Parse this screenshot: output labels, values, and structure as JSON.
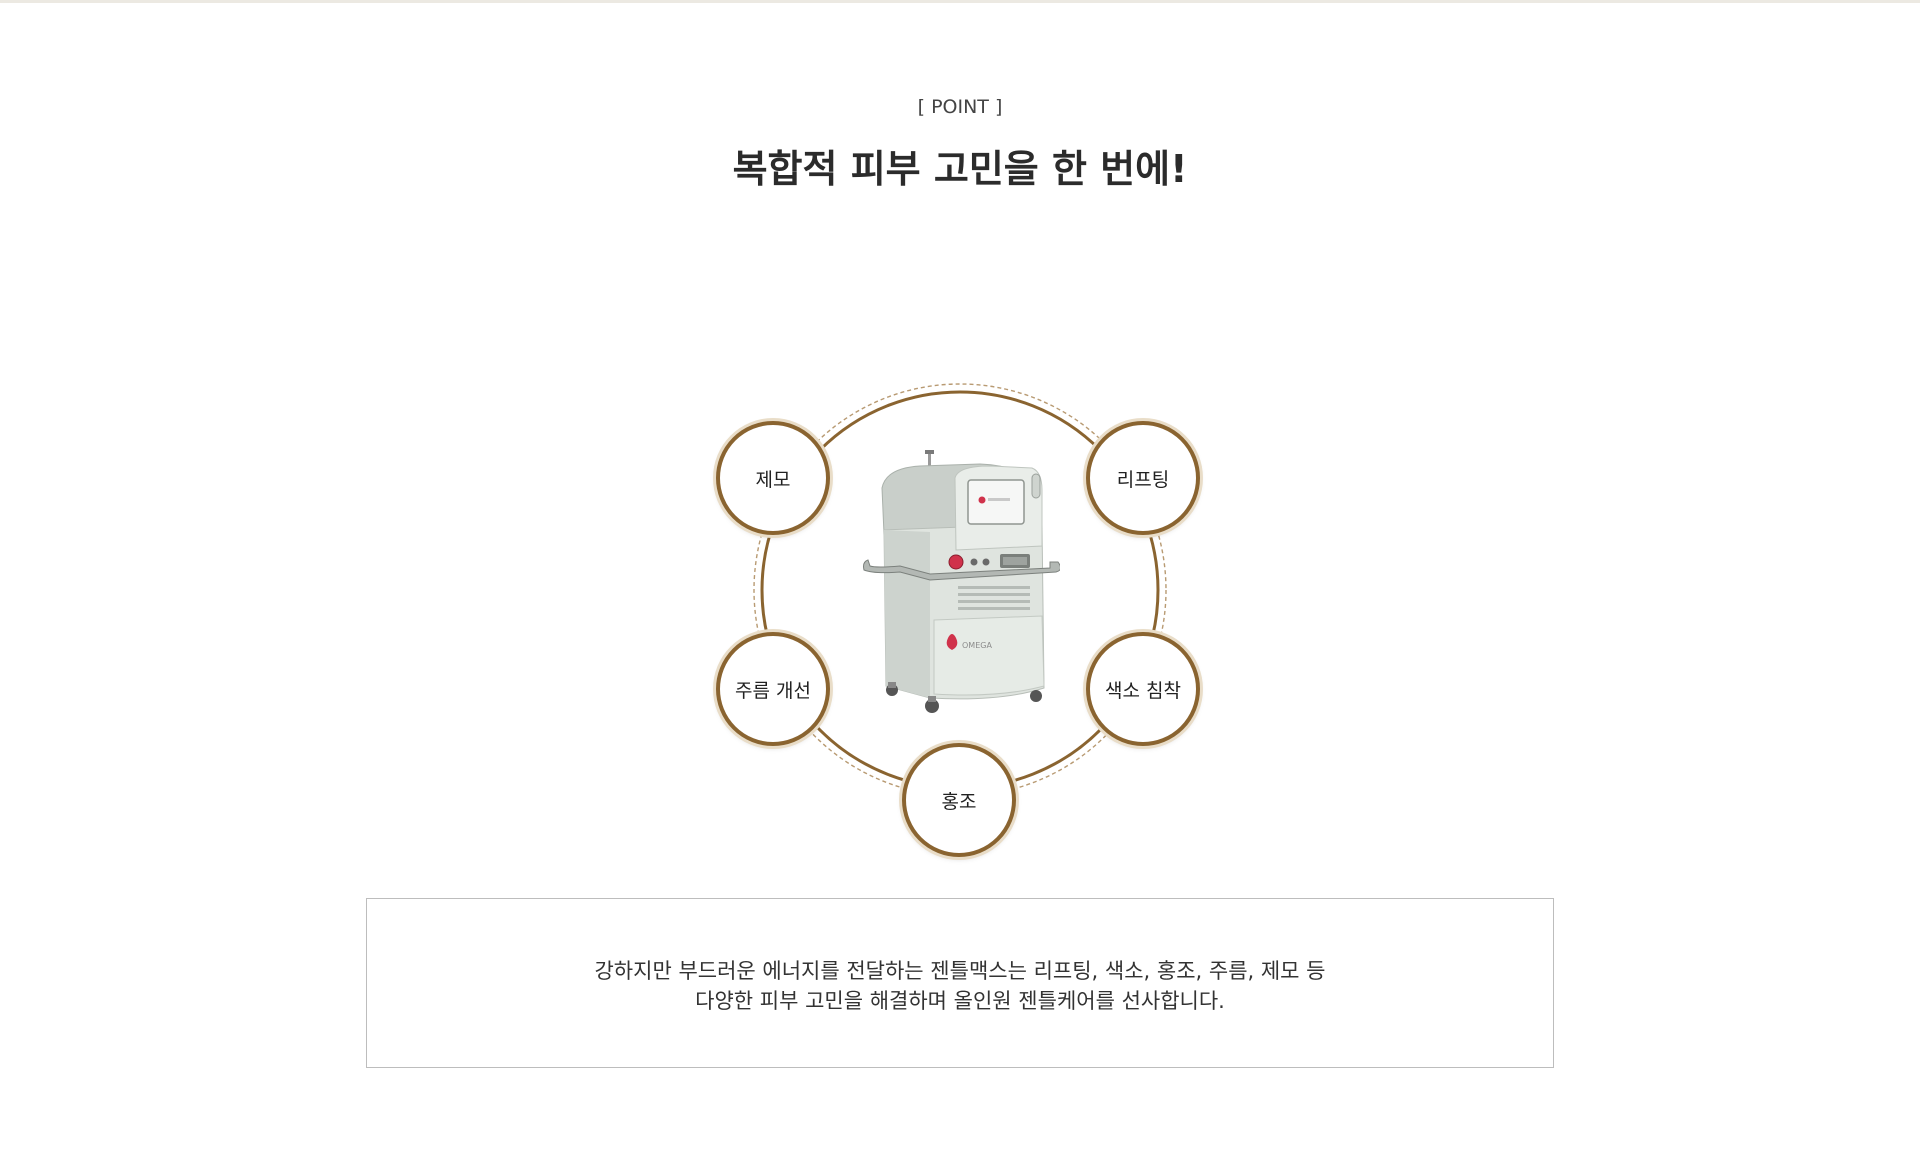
{
  "section": {
    "eyebrow": "[ POINT ]",
    "title": "복합적 피부 고민을 한 번에!"
  },
  "diagram": {
    "device_brand": "OMEGA",
    "nodes": [
      {
        "label": "제모"
      },
      {
        "label": "리프팅"
      },
      {
        "label": "주름 개선"
      },
      {
        "label": "색소 침착"
      },
      {
        "label": "홍조"
      }
    ]
  },
  "description": {
    "line1": "강하지만 부드러운 에너지를 전달하는 젠틀맥스는 리프팅, 색소, 홍조, 주름, 제모 등",
    "line2": "다양한 피부 고민을 해결하며 올인원 젠틀케어를 선사합니다."
  },
  "colors": {
    "ring": "#8a6430",
    "ring_dashed": "#b89a72",
    "box_border": "#bdbdbd",
    "device_body": "#dfe4df",
    "device_accent": "#d0324b"
  }
}
